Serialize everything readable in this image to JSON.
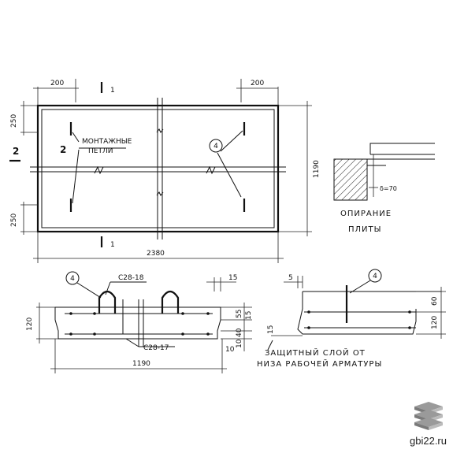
{
  "plan": {
    "dim_top_left": "200",
    "dim_top_right": "200",
    "dim_left_top": "250",
    "dim_left_bottom": "250",
    "dim_right_height": "1190",
    "dim_bottom_length": "2380",
    "section_mark_top": "1",
    "section_mark_bottom": "1",
    "section_mark_left": "2",
    "loop_label_num": "2",
    "loop_label_line1": "МОНТАЖНЫЕ",
    "loop_label_line2": "ПЕТЛИ",
    "callout_loop": "4"
  },
  "support": {
    "thickness_label": "δ=70",
    "caption_line1": "ОПИРАНИЕ",
    "caption_line2": "ПЛИТЫ"
  },
  "section_1": {
    "callout": "4",
    "bar_top": "C28-18",
    "bar_bottom": "C28-17",
    "dim_height": "120",
    "dim_width": "1190",
    "dim_15_top": "15",
    "dim_55": "55",
    "dim_15_mid": "15",
    "dim_40": "40",
    "dim_10": "10",
    "dim_10_b": "10"
  },
  "section_2": {
    "callout": "4",
    "dim_5": "5",
    "dim_60": "60",
    "dim_120": "120",
    "dim_15": "15",
    "cover_line1": "ЗАЩИТНЫЙ СЛОЙ ОТ",
    "cover_line2": "НИЗА РАБОЧЕЙ АРМАТУРЫ"
  },
  "watermark": {
    "site": "gbi22.ru",
    "icon": "stacked-slabs-icon"
  }
}
